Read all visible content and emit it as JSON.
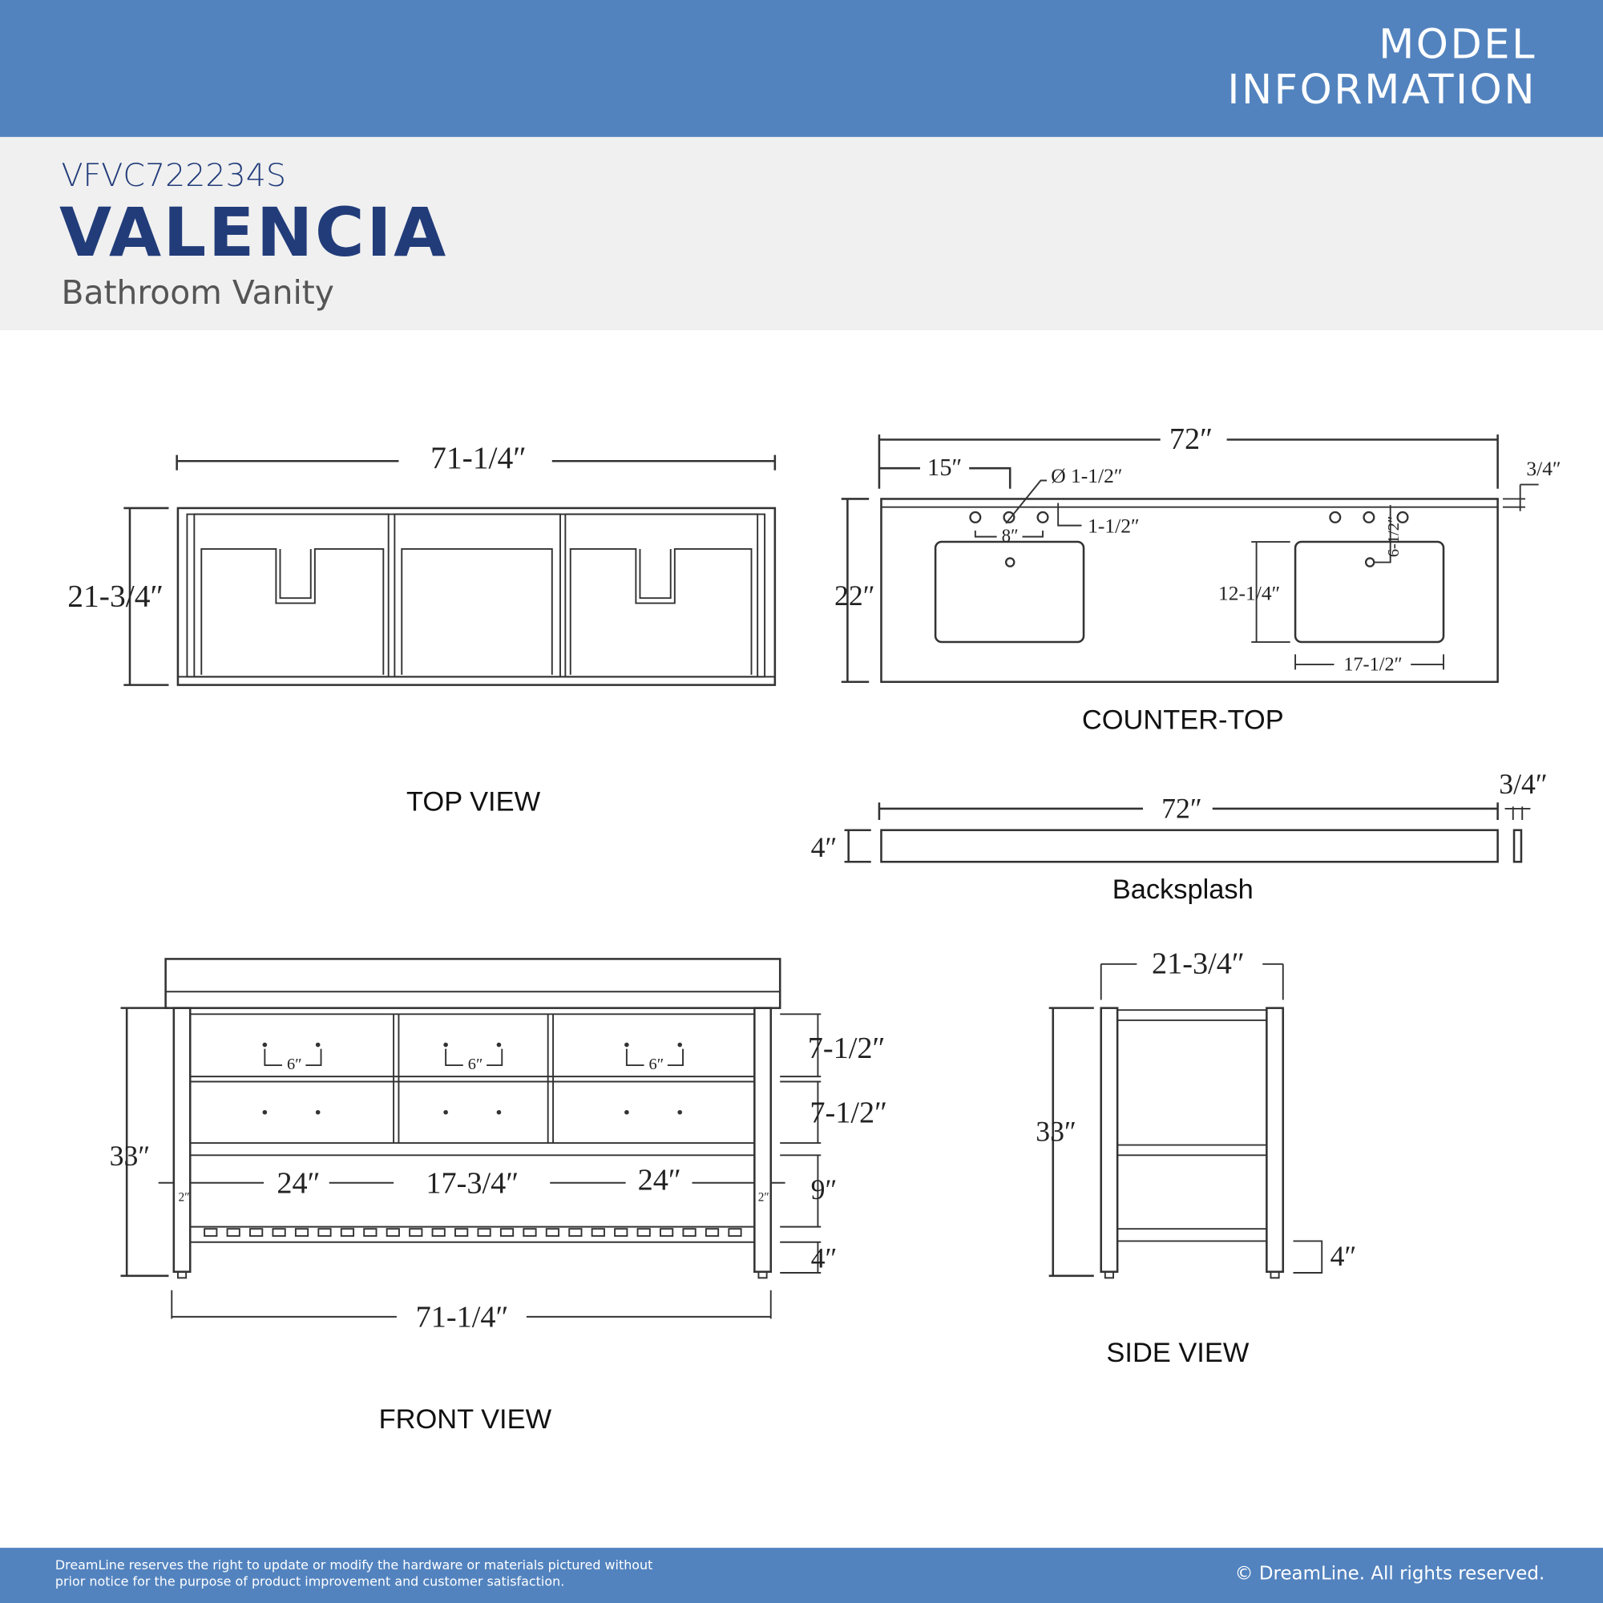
{
  "header": {
    "line1": "MODEL",
    "line2": "INFORMATION",
    "model_number": "VFVC722234S",
    "product_name": "VALENCIA",
    "product_type": "Bathroom Vanity"
  },
  "colors": {
    "header_blue": "#5283bf",
    "title_navy": "#223c7a",
    "band_gray": "#f0f0f0"
  },
  "top_view": {
    "caption": "TOP VIEW",
    "width": "71-1/4″",
    "depth": "21-3/4″"
  },
  "counter_top": {
    "caption": "COUNTER-TOP",
    "width": "72″",
    "depth": "22″",
    "offset": "15″",
    "hole_dia": "Ø 1-1/2″",
    "hole_offset": "1-1/2″",
    "spread": "8″",
    "thickness": "3/4″",
    "basin_depth": "12-1/4″",
    "basin_width": "17-1/2″",
    "drain_offset": "6-1/2″"
  },
  "backsplash": {
    "caption": "Backsplash",
    "width": "72″",
    "height": "4″",
    "thickness": "3/4″"
  },
  "front_view": {
    "caption": "FRONT VIEW",
    "height": "33″",
    "width": "71-1/4″",
    "drawer1": "7-1/2″",
    "drawer2": "7-1/2″",
    "open": "9″",
    "shelf": "4″",
    "left": "24″",
    "middle": "17-3/4″",
    "right": "24″",
    "leg_left": "2″",
    "leg_right": "2″",
    "pull": "6″"
  },
  "side_view": {
    "caption": "SIDE VIEW",
    "depth": "21-3/4″",
    "height": "33″",
    "shelf": "4″"
  },
  "footer": {
    "disclaimer1": "DreamLine reserves the right to update or modify the hardware or materials pictured without",
    "disclaimer2": "prior notice for the purpose of product improvement and customer satisfaction.",
    "copyright": "© DreamLine. All rights reserved."
  }
}
